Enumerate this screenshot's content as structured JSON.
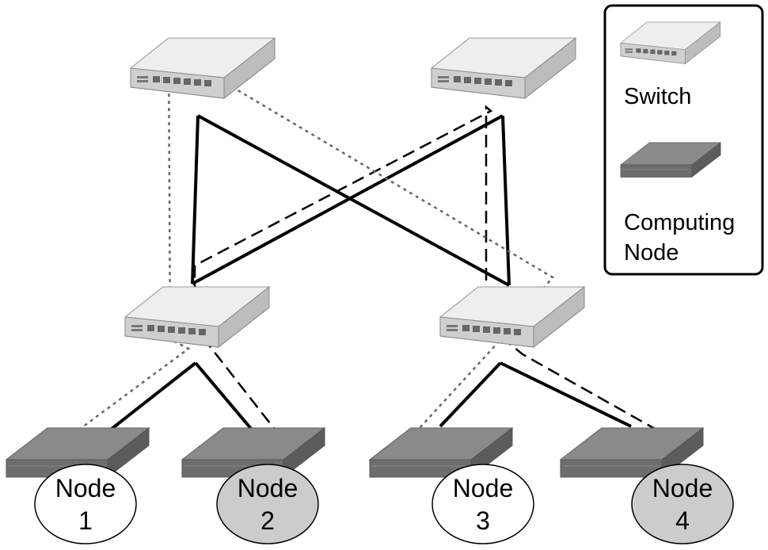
{
  "legend": {
    "switch_label": "Switch",
    "node_label_line1": "Computing",
    "node_label_line2": "Node"
  },
  "nodes": [
    {
      "line1": "Node",
      "line2": "1",
      "highlighted": false
    },
    {
      "line1": "Node",
      "line2": "2",
      "highlighted": true
    },
    {
      "line1": "Node",
      "line2": "3",
      "highlighted": false
    },
    {
      "line1": "Node",
      "line2": "4",
      "highlighted": true
    }
  ],
  "colors": {
    "switch_top": "#eeeeee",
    "switch_side": "#cfcfcf",
    "server_top": "#8a8a8a",
    "server_front": "#6d6d6d",
    "highlight_ellipse": "#cccccc",
    "plain_ellipse": "#ffffff",
    "link": "#000000",
    "dotted_path": "#666666"
  }
}
